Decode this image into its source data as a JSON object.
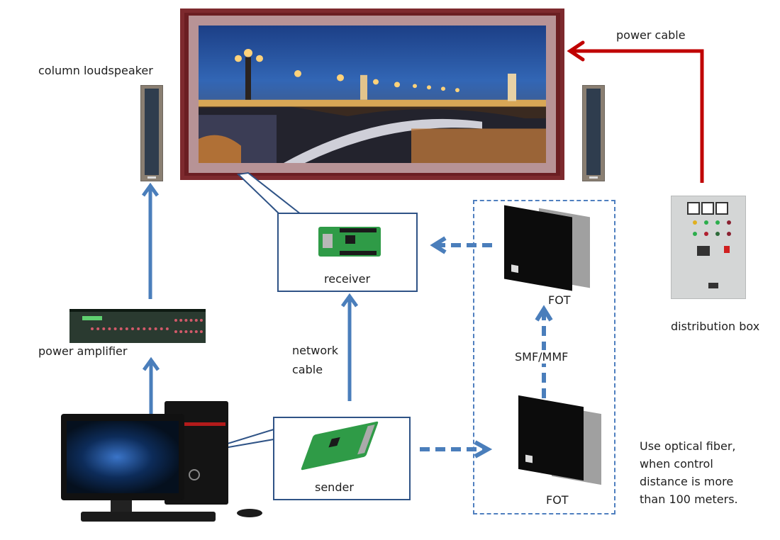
{
  "diagram": {
    "title": "LED display control system wiring",
    "colors": {
      "signal_arrow": "#4a7ebb",
      "power_arrow": "#c00000",
      "callout_border": "#2f5386",
      "screen_frame": "#6b1e22"
    },
    "labels": {
      "column_loudspeaker": "column loudspeaker",
      "power_cable": "power cable",
      "receiver": "receiver",
      "fot_top": "FOT",
      "fot_bottom": "FOT",
      "smf_mmf": "SMF/MMF",
      "distribution_box": "distribution box",
      "power_amplifier": "power amplifier",
      "network_cable_line1": "network",
      "network_cable_line2": "cable",
      "sender": "sender",
      "note_line1": "Use optical  fiber,",
      "note_line2": "when control",
      "note_line3": "distance is more",
      "note_line4": "than 100 meters."
    },
    "nodes": [
      {
        "id": "led-screen",
        "name": "LED display screen"
      },
      {
        "id": "speaker-left",
        "name": "column loudspeaker"
      },
      {
        "id": "speaker-right",
        "name": "column loudspeaker"
      },
      {
        "id": "receiver",
        "name": "receiver"
      },
      {
        "id": "fot-top",
        "name": "FOT"
      },
      {
        "id": "fot-bottom",
        "name": "FOT"
      },
      {
        "id": "distribution-box",
        "name": "distribution box"
      },
      {
        "id": "power-amplifier",
        "name": "power amplifier"
      },
      {
        "id": "computer",
        "name": "computer"
      },
      {
        "id": "sender",
        "name": "sender"
      }
    ],
    "edges": [
      {
        "from": "distribution-box",
        "to": "led-screen",
        "type": "power",
        "label": "power cable"
      },
      {
        "from": "power-amplifier",
        "to": "speaker-left",
        "type": "solid"
      },
      {
        "from": "computer",
        "to": "power-amplifier",
        "type": "solid"
      },
      {
        "from": "sender",
        "to": "receiver",
        "type": "solid",
        "label": "network cable"
      },
      {
        "from": "sender",
        "to": "fot-bottom",
        "type": "dashed"
      },
      {
        "from": "fot-bottom",
        "to": "fot-top",
        "type": "dashed",
        "label": "SMF/MMF"
      },
      {
        "from": "fot-top",
        "to": "receiver",
        "type": "dashed"
      }
    ]
  }
}
